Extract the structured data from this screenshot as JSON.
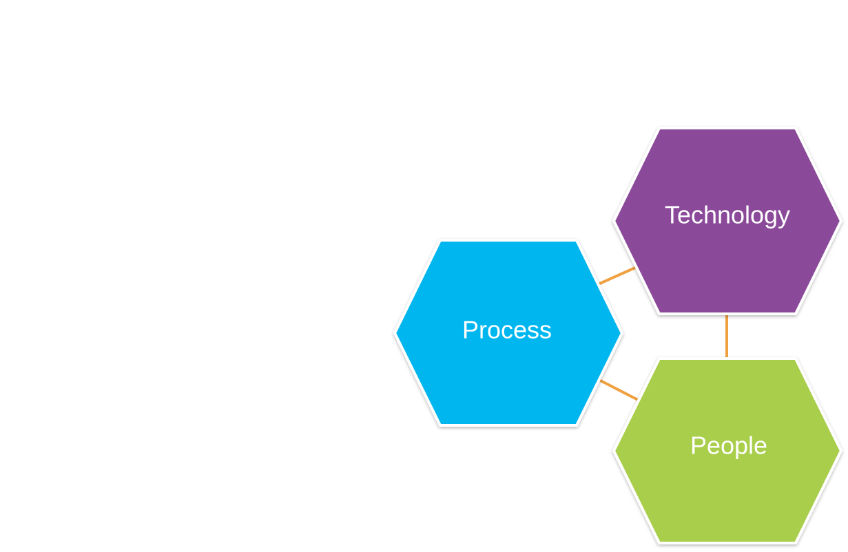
{
  "diagram": {
    "nodes": [
      {
        "id": "technology",
        "label": "Technology",
        "color": "#8B4A9A"
      },
      {
        "id": "process",
        "label": "Process",
        "color": "#00B6EE"
      },
      {
        "id": "people",
        "label": "People",
        "color": "#A9CE4C"
      }
    ],
    "connector_color": "#F0A040",
    "hex_border_color": "#ffffff"
  }
}
